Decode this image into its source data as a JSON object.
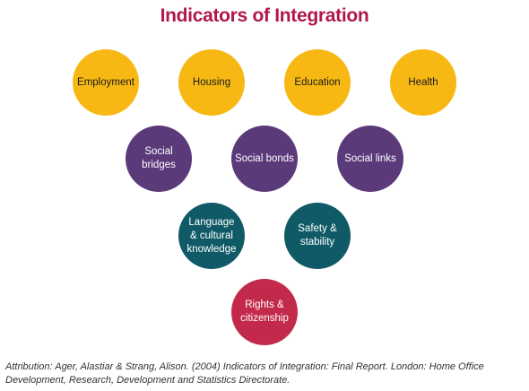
{
  "diagram": {
    "title": "Indicators of Integration",
    "rows": [
      {
        "color": "#f7b814",
        "text_color": "#1a1a1a",
        "nodes": [
          {
            "label": "Employment",
            "slug": "employment"
          },
          {
            "label": "Housing",
            "slug": "housing"
          },
          {
            "label": "Education",
            "slug": "education"
          },
          {
            "label": "Health",
            "slug": "health"
          }
        ]
      },
      {
        "color": "#5b3a7a",
        "text_color": "#ffffff",
        "nodes": [
          {
            "label": "Social bridges",
            "slug": "social-bridges"
          },
          {
            "label": "Social bonds",
            "slug": "social-bonds"
          },
          {
            "label": "Social links",
            "slug": "social-links"
          }
        ]
      },
      {
        "color": "#0f5a66",
        "text_color": "#ffffff",
        "nodes": [
          {
            "label": "Language\n& cultural\nknowledge",
            "slug": "language-cultural-knowledge"
          },
          {
            "label": "Safety &\nstability",
            "slug": "safety-stability"
          }
        ]
      },
      {
        "color": "#c3294a",
        "text_color": "#ffffff",
        "nodes": [
          {
            "label": "Rights &\ncitizenship",
            "slug": "rights-citizenship"
          }
        ]
      }
    ]
  },
  "attribution": "Attribution: Ager, Alastiar & Strang, Alison. (2004) Indicators of Integration: Final Report. London: Home Office Development, Research, Development and Statistics Directorate.",
  "colors": {
    "title": "#b0184a",
    "background": "#ffffff"
  }
}
